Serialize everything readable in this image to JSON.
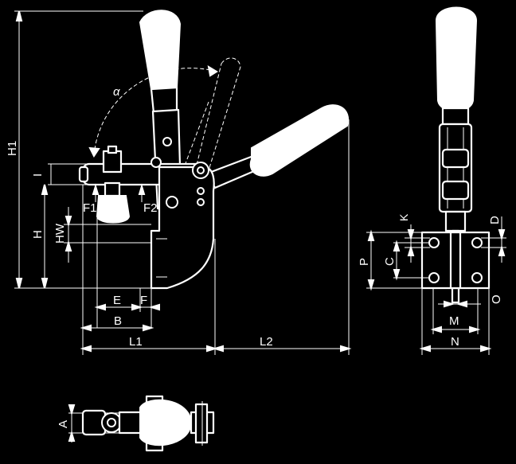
{
  "labels": {
    "H1": "H1",
    "H": "H",
    "HW": "HW",
    "I": "I",
    "F1": "F1",
    "F2": "F2",
    "alpha": "α",
    "E": "E",
    "F": "F",
    "B": "B",
    "L1": "L1",
    "L2": "L2",
    "K": "K",
    "D": "D",
    "P": "P",
    "C": "C",
    "O": "O",
    "M": "M",
    "N": "N",
    "A": "A"
  },
  "colors": {
    "background": "#000000",
    "line": "#ffffff"
  }
}
